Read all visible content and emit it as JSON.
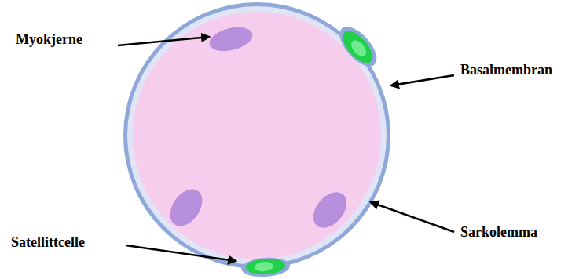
{
  "diagram": {
    "labels": [
      "Myokjerne",
      "Basalmembran",
      "Satellittcelle",
      "Sarkolemma"
    ]
  }
}
